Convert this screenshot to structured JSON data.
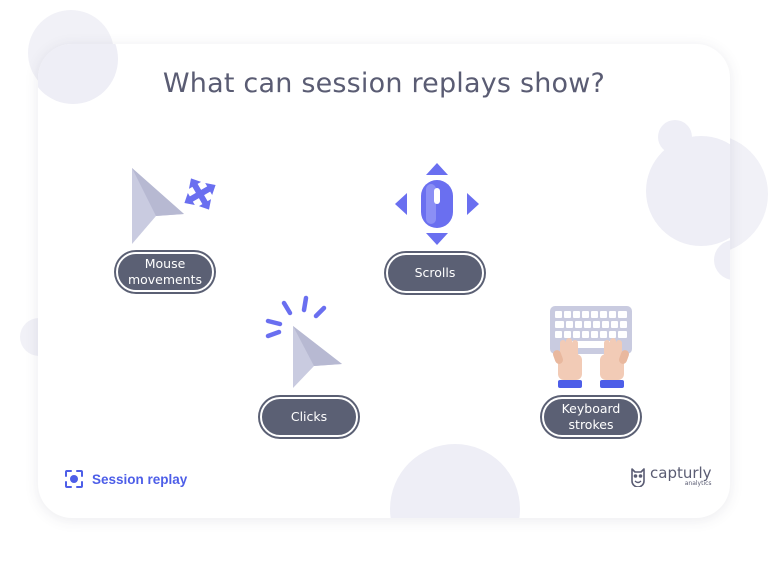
{
  "title": "What can session replays show?",
  "items": {
    "mouse": {
      "line1": "Mouse",
      "line2": "movements"
    },
    "scrolls": {
      "label": "Scrolls"
    },
    "clicks": {
      "label": "Clicks"
    },
    "keyboard": {
      "line1": "Keyboard",
      "line2": "strokes"
    }
  },
  "footer": {
    "left_label": "Session replay",
    "left_icon": "session-replay-icon",
    "brand_name": "capturly",
    "brand_sub": "analytics",
    "brand_icon": "owl-logo-icon"
  },
  "colors": {
    "pill": "#5b6074",
    "accent": "#6a6ff0",
    "title": "#5a5c73",
    "footer_accent": "#4d5ee8"
  }
}
